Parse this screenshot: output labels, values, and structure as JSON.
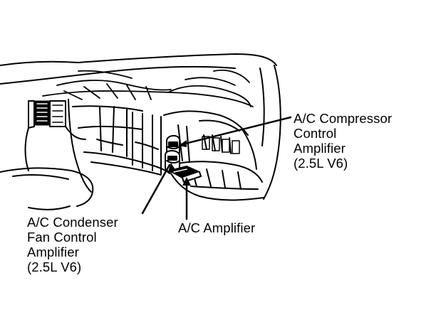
{
  "diagram": {
    "callouts": [
      {
        "id": "compressor",
        "icon": "pointer-arrow-icon",
        "lines": [
          "A/C Compressor",
          "Control",
          "Amplifier",
          "(2.5L V6)"
        ]
      },
      {
        "id": "condenser",
        "icon": "pointer-arrow-icon",
        "lines": [
          "A/C Condenser",
          "Fan Control",
          "Amplifier",
          "(2.5L V6)"
        ]
      },
      {
        "id": "amplifier",
        "icon": "pointer-arrow-icon",
        "lines": [
          "A/C Amplifier"
        ]
      }
    ],
    "colors": {
      "ink": "#000000",
      "paper": "#ffffff"
    }
  }
}
